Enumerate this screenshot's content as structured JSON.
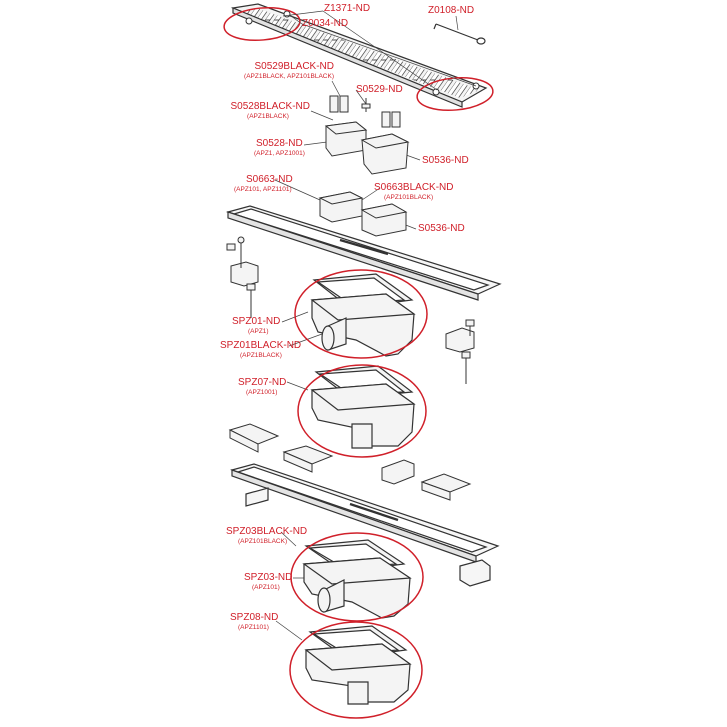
{
  "colors": {
    "label": "#d0202a",
    "line": "#333333",
    "part": "#f4f4f4"
  },
  "labels": {
    "z1371": "Z1371-ND",
    "z0034": "Z0034-ND",
    "z0108": "Z0108-ND",
    "s0529black": "S0529BLACK-ND",
    "s0529black_sub": "(APZ1BLACK, APZ101BLACK)",
    "s0529": "S0529-ND",
    "s0528black": "S0528BLACK-ND",
    "s0528black_sub": "(APZ1BLACK)",
    "s0528": "S0528-ND",
    "s0528_sub": "(APZ1, APZ1001)",
    "s0536_top": "S0536-ND",
    "s0663": "S0663-ND",
    "s0663_sub": "(APZ101, APZ1101)",
    "s0663black": "S0663BLACK-ND",
    "s0663black_sub": "(APZ101BLACK)",
    "s0536_mid": "S0536-ND",
    "spz01": "SPZ01-ND",
    "spz01_sub": "(APZ1)",
    "spz01black": "SPZ01BLACK-ND",
    "spz01black_sub": "(APZ1BLACK)",
    "spz07": "SPZ07-ND",
    "spz07_sub": "(APZ1001)",
    "spz03black": "SPZ03BLACK-ND",
    "spz03black_sub": "(APZ101BLACK)",
    "spz03": "SPZ03-ND",
    "spz03_sub": "(APZ101)",
    "spz08": "SPZ08-ND",
    "spz08_sub": "(APZ1101)"
  }
}
